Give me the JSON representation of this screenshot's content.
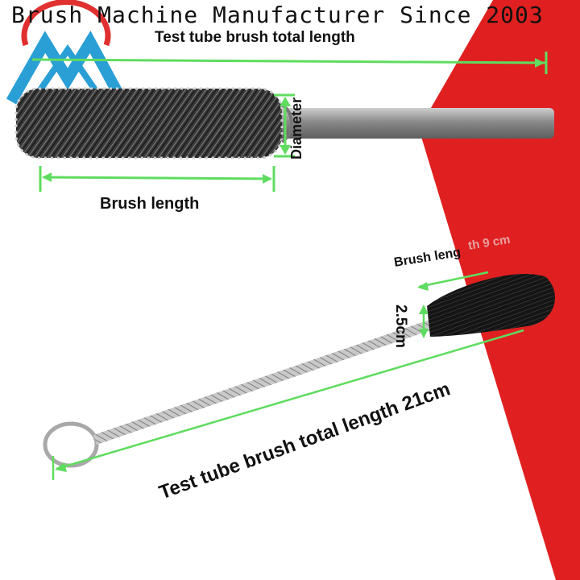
{
  "banner": {
    "text": "Brush Machine Manufacturer Since 2003"
  },
  "logo": {
    "icon": "m-logo-icon",
    "color": "#2a9fd6",
    "ring_color": "#e03030"
  },
  "top_diagram": {
    "total_length_label": "Test tube brush total length",
    "diameter_label": "Diameter",
    "brush_length_label": "Brush length"
  },
  "bottom_diagram": {
    "brush_length_label": "Brush length 9 cm",
    "brush_length_label_visible": "Brush leng",
    "brush_length_label_tail": "th 9 cm",
    "diameter_label": "2.5cm",
    "total_length_label": "Test tube brush total length 21cm"
  },
  "colors": {
    "accent_red": "#e02020",
    "dimension_green": "#5fdc5f",
    "bristle_dark": "#2a2a2a",
    "rod_gray": "#9a9a9a"
  }
}
